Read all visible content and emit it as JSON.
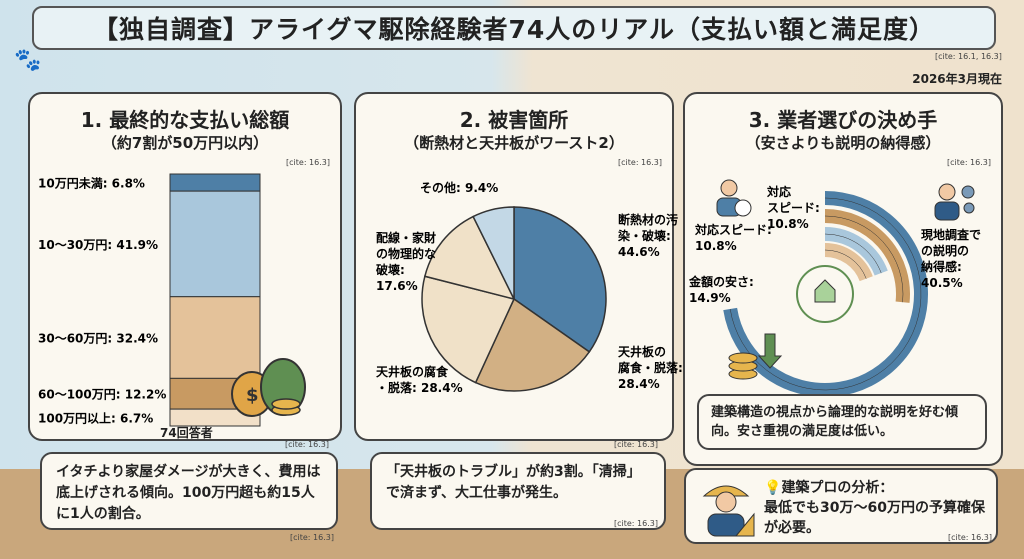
{
  "title": "【独自調査】アライグマ駆除経験者74人のリアル（支払い額と満足度）",
  "title_cite": "[cite: 16.1, 16.3]",
  "date": "2026年3月現在",
  "cite": "[cite: 16.3]",
  "panel1": {
    "heading": "1. 最終的な支払い総額",
    "subheading": "（約7割が50万円以内）",
    "respondents": "74回答者",
    "note": "イタチより家屋ダメージが大きく、費用は底上げされる傾向。100万円超も約15人に1人の割合。"
  },
  "panel2": {
    "heading": "2. 被害箇所",
    "subheading": "（断熱材と天井板がワースト2）",
    "note": "「天井板のトラブル」が約3割。「清掃」で済まず、大工仕事が発生。"
  },
  "panel3": {
    "heading": "3. 業者選びの決め手",
    "subheading": "（安さよりも説明の納得感）",
    "note": "建築構造の視点から論理的な説明を好む傾向。安さ重視の満足度は低い。"
  },
  "analysis": {
    "label": "建築プロの分析：",
    "text": "最低でも30万〜60万円の予算確保が必要。"
  },
  "chart_data": [
    {
      "type": "bar",
      "categories": [
        "10万円未満",
        "10〜30万円",
        "30〜60万円",
        "60〜100万円",
        "100万円以上"
      ],
      "values": [
        6.8,
        41.9,
        32.4,
        12.2,
        6.7
      ],
      "labels": [
        "10万円未満: 6.8%",
        "10〜30万円: 41.9%",
        "30〜60万円: 32.4%",
        "60〜100万円: 12.2%",
        "100万円以上: 6.7%"
      ],
      "colors": [
        "#4e7fa6",
        "#a9c7dc",
        "#e4c29a",
        "#c89a62",
        "#f2e0c8"
      ]
    },
    {
      "type": "pie",
      "categories": [
        "断熱材の汚染・破壊",
        "天井板の腐食・脱落",
        "天井板の腐食・脱落",
        "配線・家財の物理的な破壊",
        "その他"
      ],
      "values": [
        44.6,
        28.4,
        28.4,
        17.6,
        9.4
      ],
      "labels": [
        "断熱材の汚染・破壊: 44.6%",
        "天井板の腐食・脱落: 28.4%",
        "天井板の腐食・脱落: 28.4%",
        "配線・家財の物理的な破壊: 17.6%",
        "その他: 9.4%"
      ],
      "colors": [
        "#4e7fa6",
        "#d2b084",
        "#f0e1c8",
        "#f0e1c8",
        "#c3d8e6"
      ]
    },
    {
      "type": "bar",
      "categories": [
        "現地調査での説明の納得感",
        "金額の安さ",
        "対応スピード",
        "対応スピード"
      ],
      "values": [
        40.5,
        14.9,
        10.8,
        10.8
      ],
      "labels": [
        "現地調査での説明の納得感: 40.5%",
        "金額の安さ: 14.9%",
        "対応スピード: 10.8%",
        "対応スピード: 10.8%"
      ],
      "colors": [
        "#4e7fa6",
        "#c89a62",
        "#a9c7dc",
        "#e4c29a"
      ]
    }
  ]
}
